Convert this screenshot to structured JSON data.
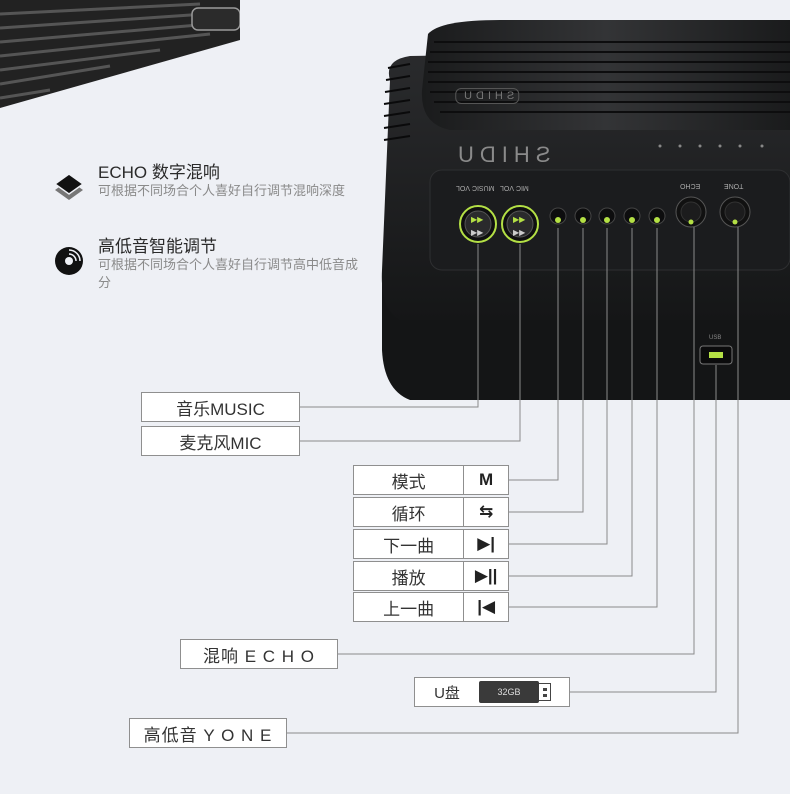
{
  "features": [
    {
      "title": "ECHO 数字混响",
      "desc": "可根据不同场合个人喜好自行调节混响深度",
      "icon": "layers-icon"
    },
    {
      "title": "高低音智能调节",
      "desc": "可根据不同场合个人喜好自行调节高中低音成分",
      "icon": "disc-icon"
    }
  ],
  "device": {
    "brand_mark": "SHIDU",
    "panel_labels": [
      "MUSIC VOL",
      "MIC VOL",
      "ECHO",
      "TONE"
    ],
    "port_label": "USB"
  },
  "labels": {
    "music": "音乐MUSIC",
    "mic": "麦克风MIC",
    "echo": "混响 E C H O",
    "tone": "高低音 Y O N E",
    "usb": "U盘",
    "usb_capacity": "32GB"
  },
  "buttons": [
    {
      "label": "模式",
      "icon": "M",
      "icon_name": "mode-icon"
    },
    {
      "label": "循环",
      "icon": "⇆",
      "icon_name": "repeat-icon"
    },
    {
      "label": "下一曲",
      "icon": "▶|",
      "icon_name": "next-track-icon"
    },
    {
      "label": "播放",
      "icon": "▶||",
      "icon_name": "play-pause-icon"
    },
    {
      "label": "上一曲",
      "icon": "|◀",
      "icon_name": "previous-track-icon"
    }
  ],
  "colors": {
    "background": "#eef0f5",
    "device": "#1e1f21",
    "led": "#b4e045"
  }
}
